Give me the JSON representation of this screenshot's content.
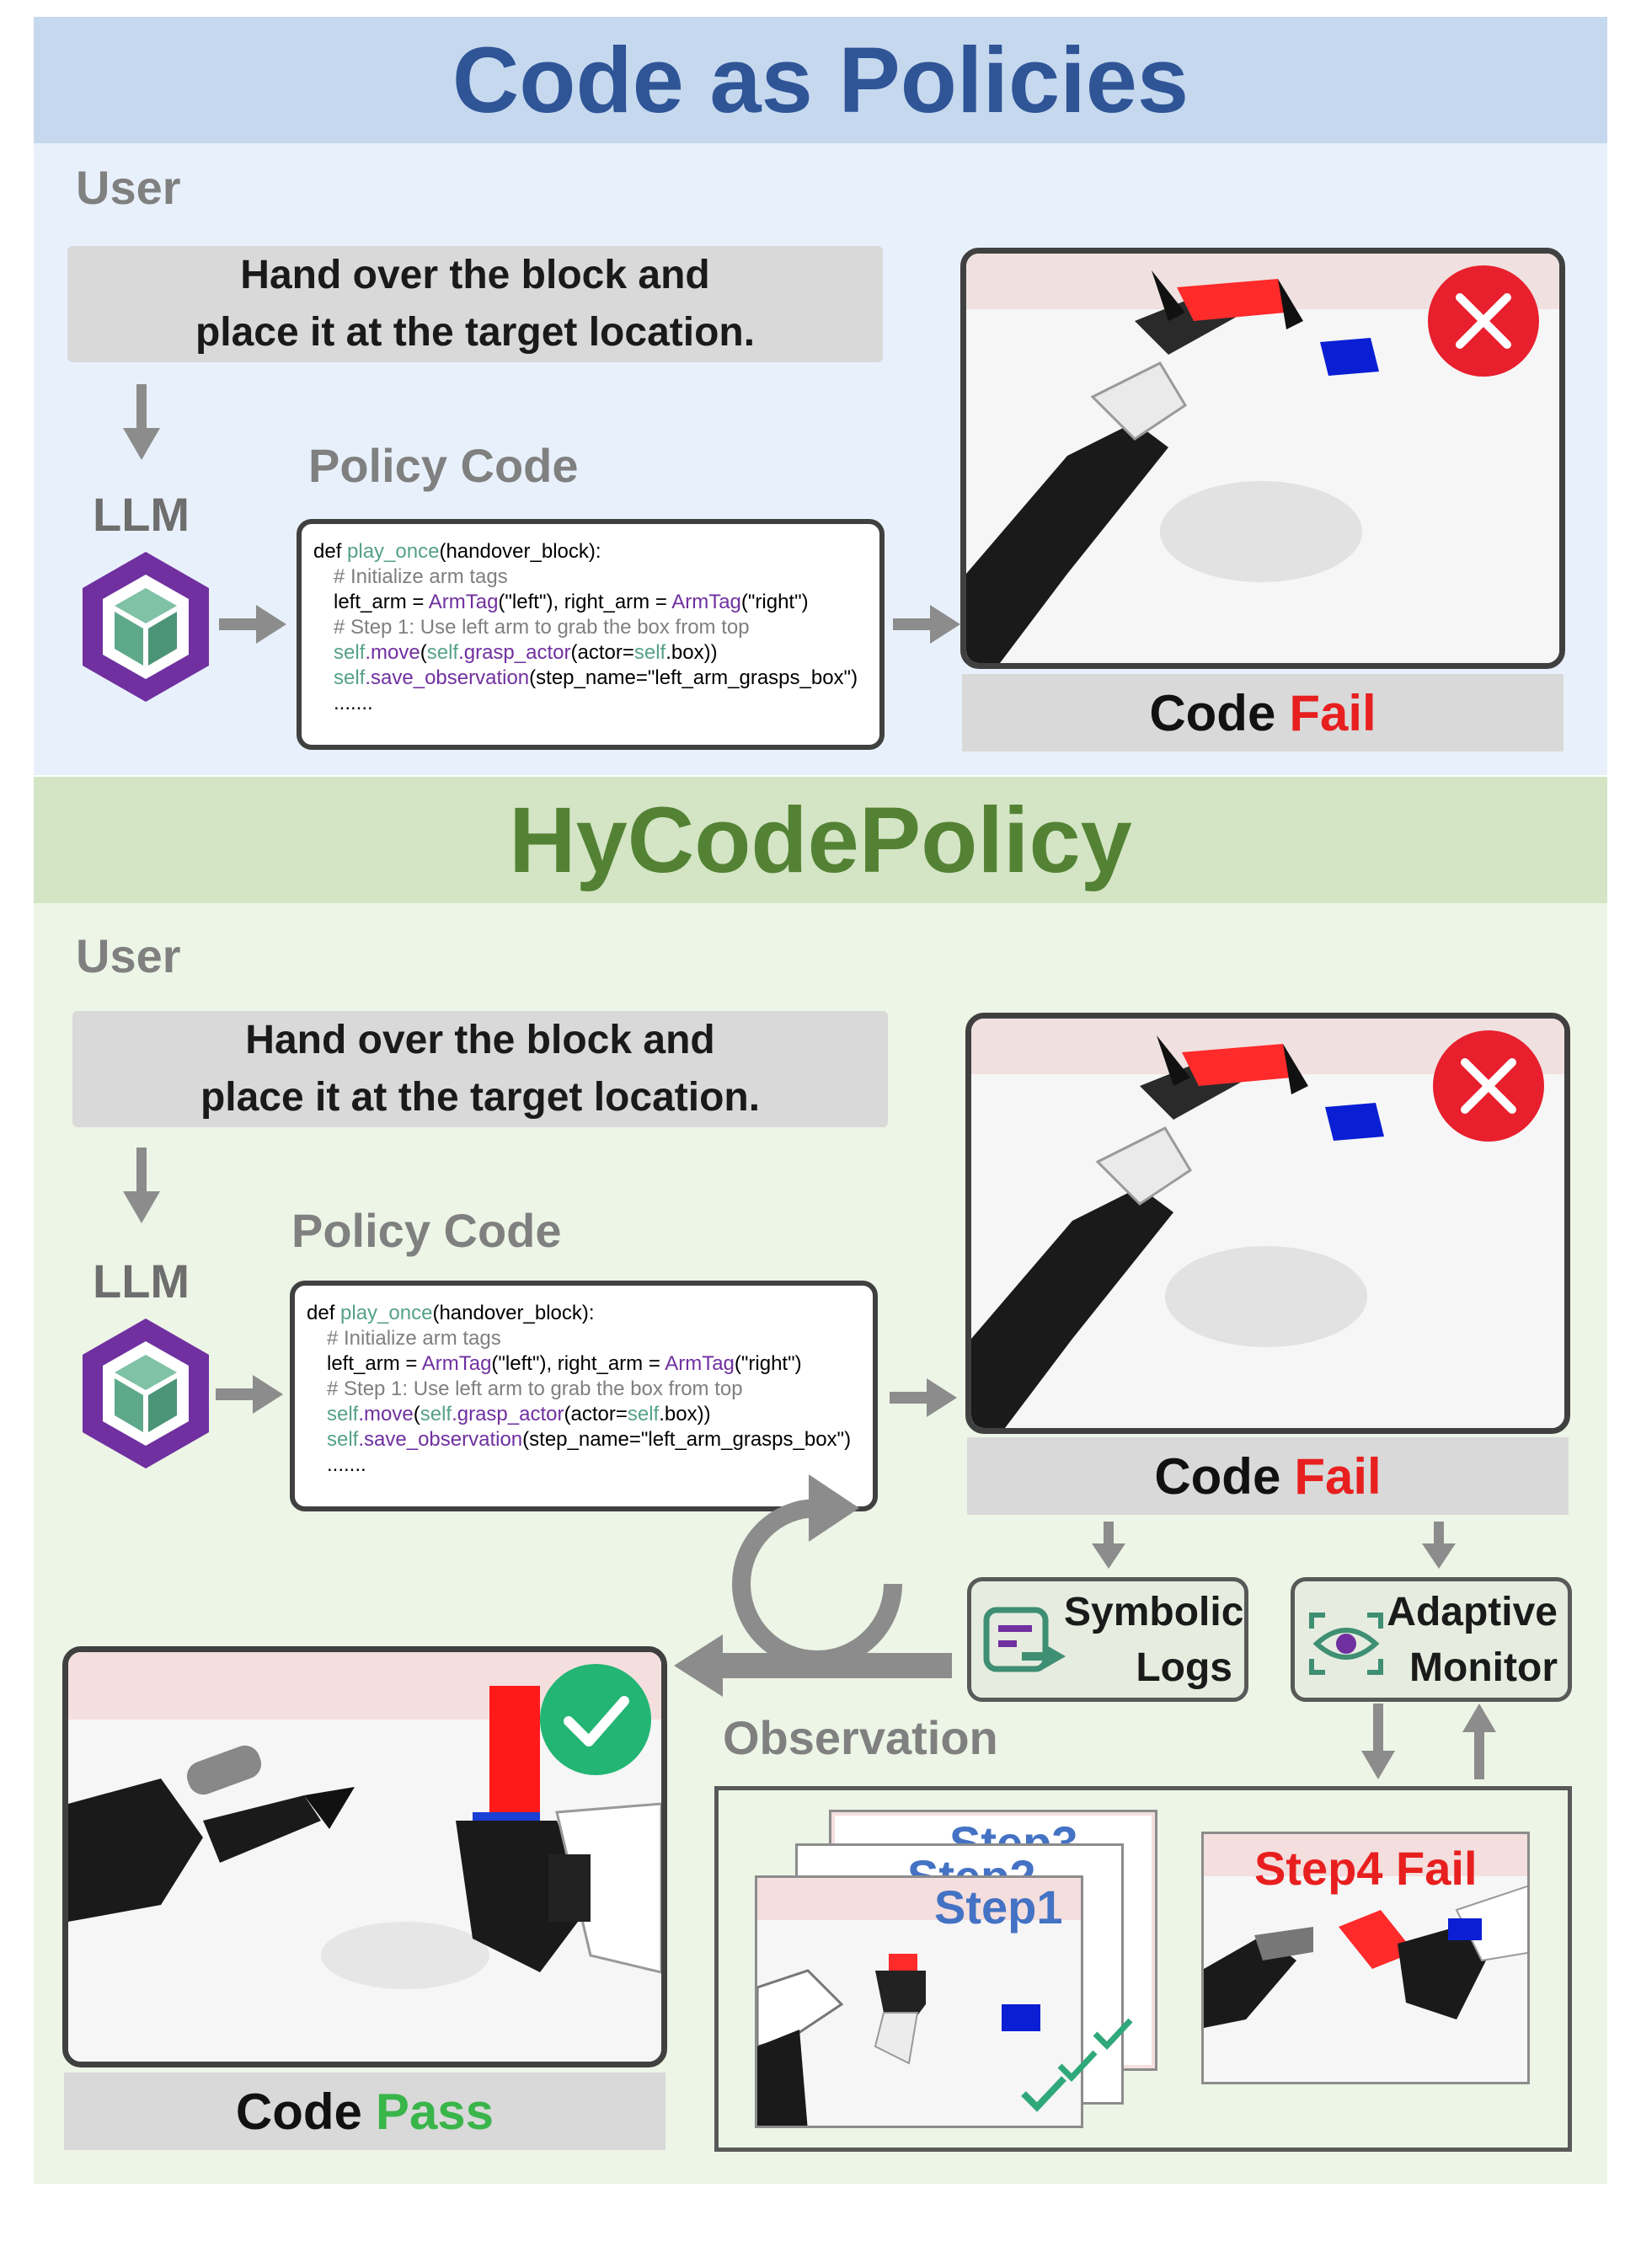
{
  "top": {
    "title": "Code as Policies",
    "user_label": "User",
    "instruction_line1": "Hand over the block and",
    "instruction_line2": "place it at the target location.",
    "llm_label": "LLM",
    "policy_code_label": "Policy Code",
    "result_prefix": "Code",
    "result_status": "Fail"
  },
  "bottom": {
    "title": "HyCodePolicy",
    "user_label": "User",
    "instruction_line1": "Hand over the block and",
    "instruction_line2": "place it at the target location.",
    "llm_label": "LLM",
    "policy_code_label": "Policy Code",
    "result_prefix": "Code",
    "result_status": "Fail",
    "symbolic_line1": "Symbolic",
    "symbolic_line2": "Logs",
    "adaptive_line1": "Adaptive",
    "adaptive_line2": "Monitor",
    "observation_label": "Observation",
    "step1_label": "Step1",
    "step2_label": "Step2",
    "step3_label": "Step3",
    "step4_label": "Step4 Fail",
    "pass_prefix": "Code",
    "pass_status": "Pass"
  },
  "code": {
    "def_kw": "def ",
    "fn_name": "play_once",
    "params": "(handover_block):",
    "comment1": "# Initialize arm tags",
    "l2_a": "left_arm = ",
    "l2_cls1": "ArmTag",
    "l2_b": "(\"left\"), right_arm = ",
    "l2_cls2": "ArmTag",
    "l2_c": "(\"right\")",
    "comment2": "# Step 1: Use left arm to grab the box from top",
    "l4_self1": "self",
    "l4_move": ".move",
    "l4_p1": "(",
    "l4_self2": "self",
    "l4_grasp": ".grasp_actor",
    "l4_p2": "(actor=",
    "l4_self3": "self",
    "l4_p3": ".box))",
    "l5_self": "self",
    "l5_save": ".save_observation",
    "l5_rest": "(step_name=\"left_arm_grasps_box\")",
    "ellipsis": "......."
  },
  "colors": {
    "top_band": "#c5d8ee",
    "top_bg": "#e8f1fb",
    "top_title": "#2f5597",
    "bottom_band": "#d3e5c4",
    "bottom_bg": "#edf5e6",
    "bottom_title": "#548235",
    "fail": "#e81f1f",
    "pass": "#39b54a",
    "step_blue": "#4472c4"
  }
}
